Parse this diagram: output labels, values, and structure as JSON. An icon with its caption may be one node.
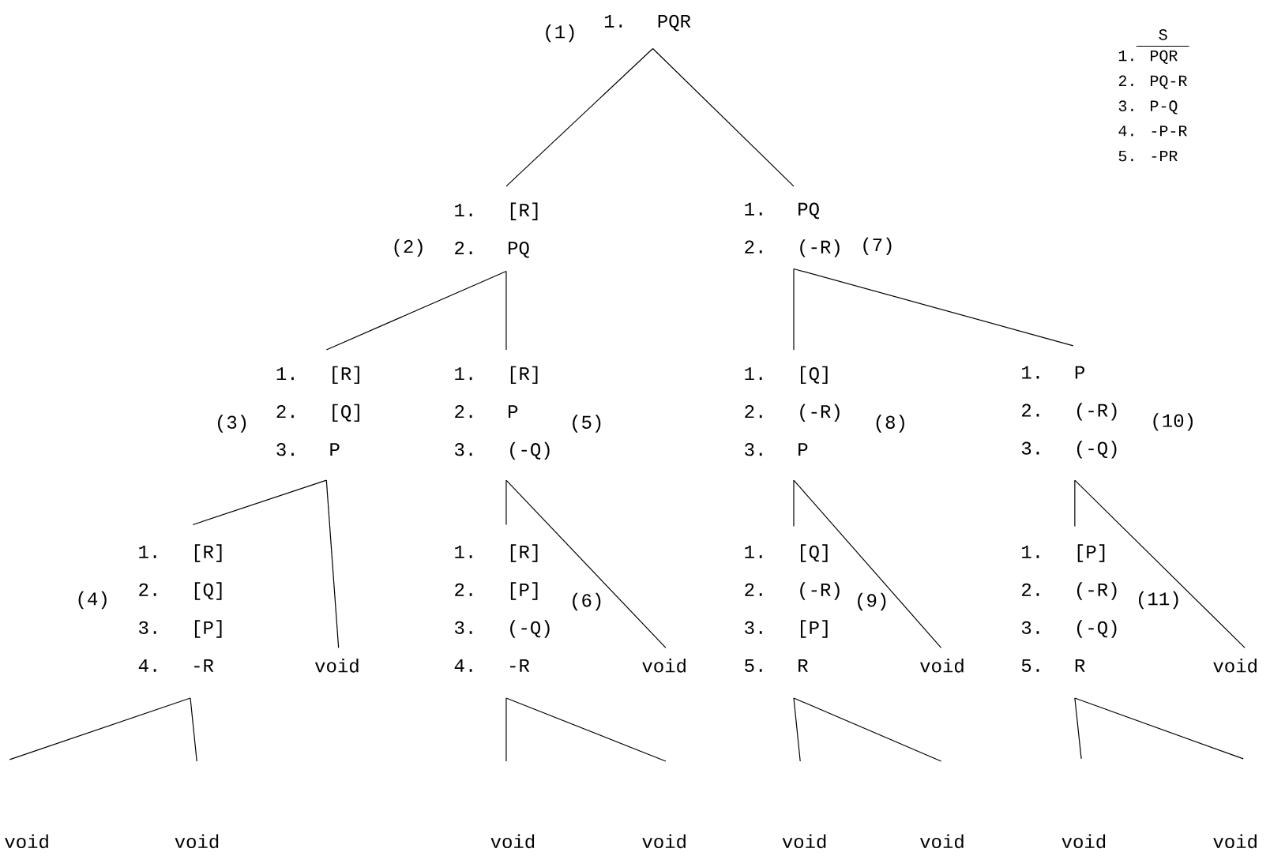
{
  "diagram": {
    "nodes": [
      {
        "text": [
          "1. PQR"
        ],
        "beside": [
          "(1)"
        ]
      },
      {
        "text": [
          "1. [R]",
          "2. PQ"
        ],
        "beside": [
          "(2)"
        ]
      },
      {
        "text": [
          "1. PQ",
          "2. (-R)"
        ],
        "beside": [
          "(7)"
        ]
      },
      {
        "text": [
          "1. [R]",
          "2. [Q]",
          "3. P"
        ],
        "beside": [
          "(3)"
        ]
      },
      {
        "text": [
          "1. [R]",
          "2. P",
          "3. (-Q)"
        ],
        "beside": [
          "(5)"
        ]
      },
      {
        "text": [
          "1. [Q]",
          "2. (-R)",
          "3. P"
        ],
        "beside": [
          "(8)"
        ]
      },
      {
        "text": [
          "1. P",
          "2. (-R)",
          "3. (-Q)"
        ],
        "beside": [
          "(10)"
        ]
      },
      {
        "text": [
          "1. [R]",
          "2. [Q]",
          "3. [P]",
          "4. -R"
        ],
        "beside": [
          "(4)"
        ]
      },
      {
        "text": [
          "void"
        ]
      },
      {
        "text": [
          "1. [R]",
          "2. [P]",
          "3. (-Q)",
          "4. -R"
        ],
        "beside": [
          "(6)"
        ]
      },
      {
        "text": [
          "void"
        ]
      },
      {
        "text": [
          "1. [Q]",
          "2. (-R)",
          "3. [P]",
          "5. R"
        ],
        "beside": [
          "(9)"
        ]
      },
      {
        "text": [
          "void"
        ]
      },
      {
        "text": [
          "1. [P]",
          "2. (-R)",
          "3. (-Q)",
          "5. R"
        ],
        "beside": [
          "(11)"
        ]
      },
      {
        "text": [
          "void"
        ]
      },
      {
        "text": [
          "void"
        ]
      },
      {
        "text": [
          "void"
        ]
      },
      {
        "text": [
          "void"
        ]
      },
      {
        "text": [
          "void"
        ]
      },
      {
        "text": [
          "void"
        ]
      },
      {
        "text": [
          "void"
        ]
      },
      {
        "text": [
          "void"
        ]
      },
      {
        "text": [
          "void"
        ]
      }
    ],
    "edges": [
      {
        "from": 0,
        "to": 1,
        "arrow": "none"
      },
      {
        "from": 0,
        "to": 2,
        "arrow": "none"
      },
      {
        "from": 1,
        "to": 3,
        "arrow": "none"
      },
      {
        "from": 1,
        "to": 4,
        "arrow": "none"
      },
      {
        "from": 2,
        "to": 5,
        "arrow": "none"
      },
      {
        "from": 2,
        "to": 6,
        "arrow": "none"
      },
      {
        "from": 3,
        "to": 7,
        "arrow": "none"
      },
      {
        "from": 3,
        "to": 8,
        "arrow": "none"
      },
      {
        "from": 4,
        "to": 9,
        "arrow": "none"
      },
      {
        "from": 4,
        "to": 10,
        "arrow": "none"
      },
      {
        "from": 5,
        "to": 11,
        "arrow": "none"
      },
      {
        "from": 5,
        "to": 12,
        "arrow": "none"
      },
      {
        "from": 6,
        "to": 13,
        "arrow": "none"
      },
      {
        "from": 6,
        "to": 14,
        "arrow": "none"
      },
      {
        "from": 7,
        "to": 15,
        "arrow": "none"
      },
      {
        "from": 7,
        "to": 16,
        "arrow": "none"
      },
      {
        "from": 9,
        "to": 17,
        "arrow": "none"
      },
      {
        "from": 9,
        "to": 18,
        "arrow": "none"
      },
      {
        "from": 11,
        "to": 19,
        "arrow": "none"
      },
      {
        "from": 11,
        "to": 20,
        "arrow": "none"
      },
      {
        "from": 13,
        "to": 21,
        "arrow": "none"
      },
      {
        "from": 13,
        "to": 22,
        "arrow": "none"
      }
    ],
    "labels": [
      "S",
      "1. PQR",
      "2. PQ-R",
      "3. P-Q",
      "4. -P-R",
      "5. -PR"
    ]
  }
}
